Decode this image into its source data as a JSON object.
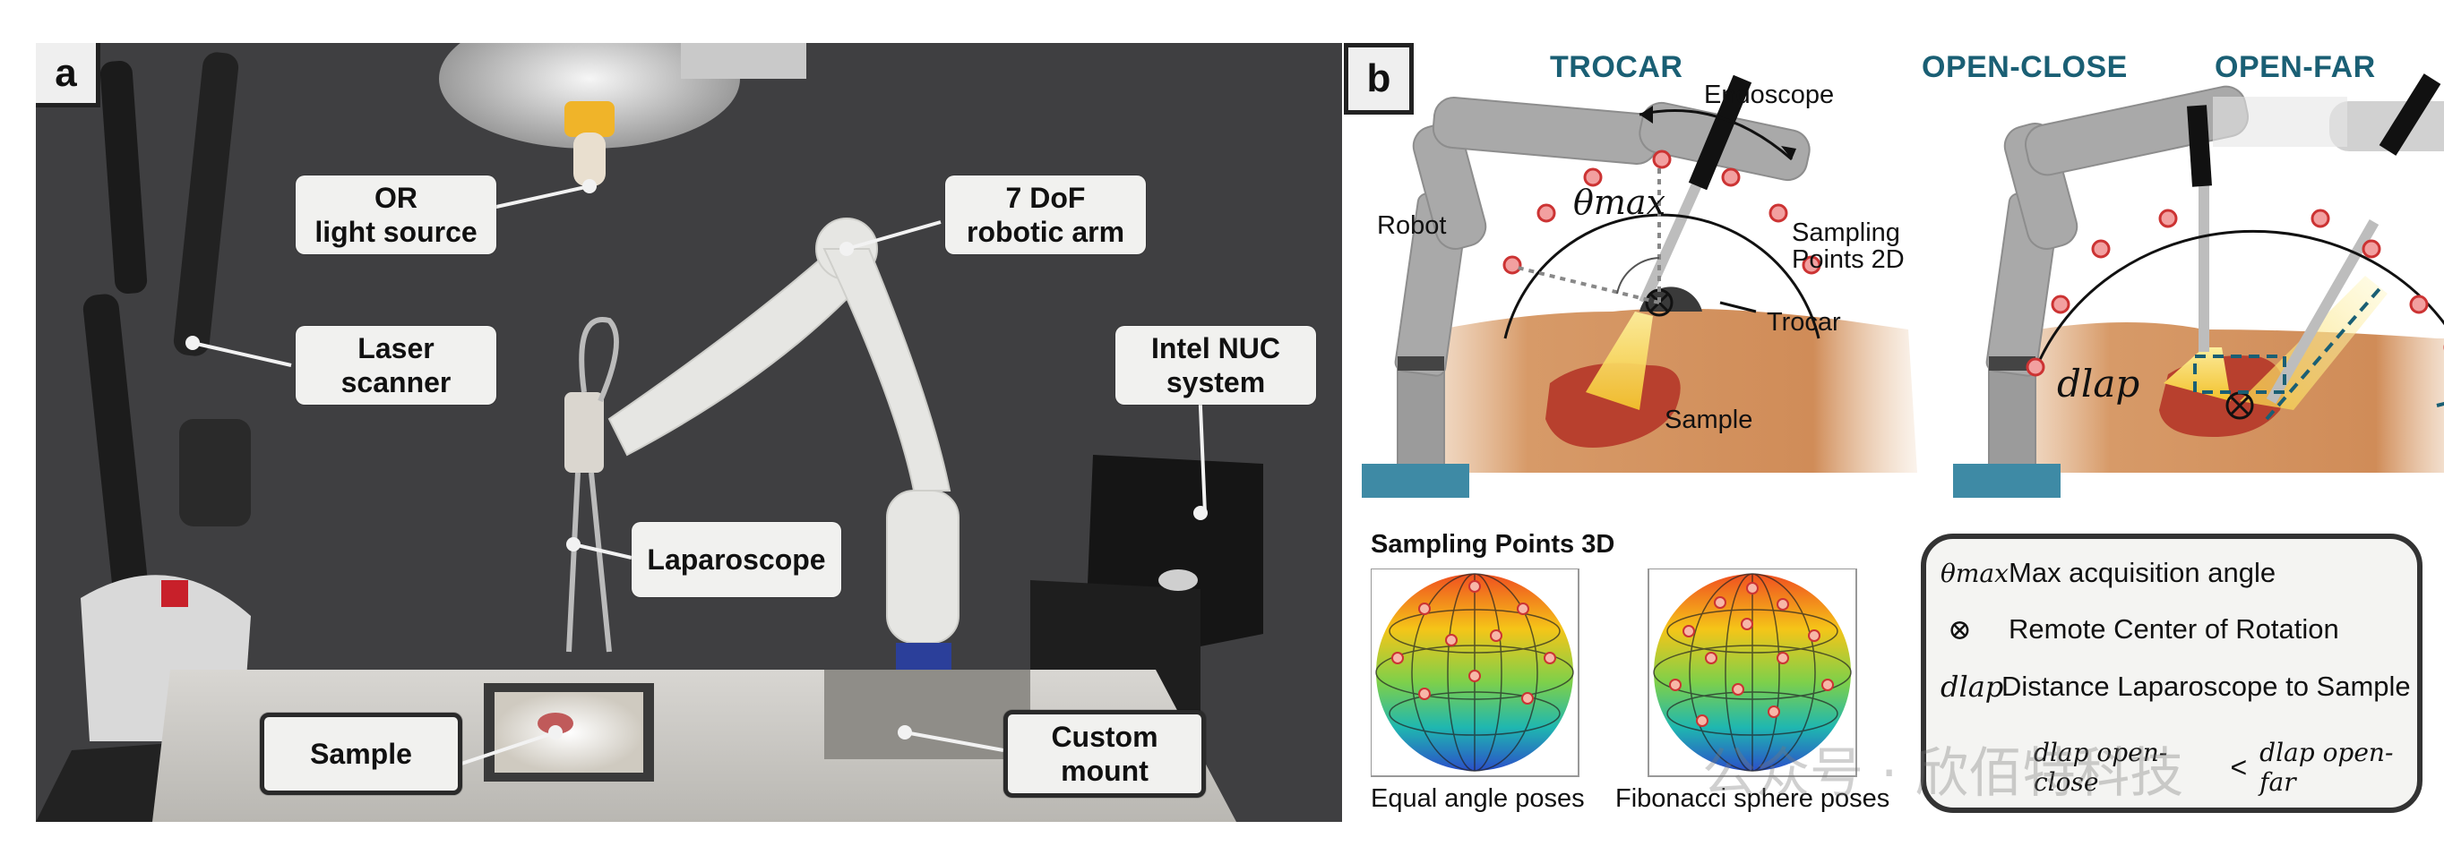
{
  "panel_a": {
    "letter": "a",
    "callouts": {
      "or_light": [
        "OR",
        "light source"
      ],
      "robotic_arm": [
        "7 DoF",
        "robotic arm"
      ],
      "laser_scanner": [
        "Laser",
        "scanner"
      ],
      "intel_nuc": [
        "Intel NUC",
        "system"
      ],
      "laparoscope": [
        "Laparoscope"
      ],
      "sample": [
        "Sample"
      ],
      "custom_mount": [
        "Custom",
        "mount"
      ]
    }
  },
  "panel_b": {
    "letter": "b",
    "titles": {
      "trocar": "TROCAR",
      "open_close": "OPEN-CLOSE",
      "open_far": "OPEN-FAR"
    },
    "labels": {
      "endoscope": "Endoscope",
      "robot": "Robot",
      "theta_max": "θmax",
      "sampling_points_2d_line1": "Sampling",
      "sampling_points_2d_line2": "Points 2D",
      "trocar": "Trocar",
      "sample": "Sample",
      "d_lap": "dlap"
    },
    "sampling_3d": {
      "title": "Sampling Points 3D",
      "captions": [
        "Equal angle poses",
        "Fibonacci sphere poses"
      ]
    },
    "legend": {
      "theta_symbol": "θmax",
      "theta_text": "Max acquisition angle",
      "rcr_symbol": "⊗",
      "rcr_text": "Remote Center of Rotation",
      "dlap_symbol": "dlap",
      "dlap_text": "Distance Laparoscope to Sample",
      "ineq_left": "dlap open-close",
      "ineq_op": "<",
      "ineq_right": "dlap open-far"
    }
  },
  "watermark": "公众号 · 欣佰特科技",
  "colors": {
    "teal": "#1a5f74",
    "skin": "#c98a5a",
    "liver": "#b8402e",
    "robot_gray": "#a9a9a9",
    "sample_point": "#e06060"
  }
}
